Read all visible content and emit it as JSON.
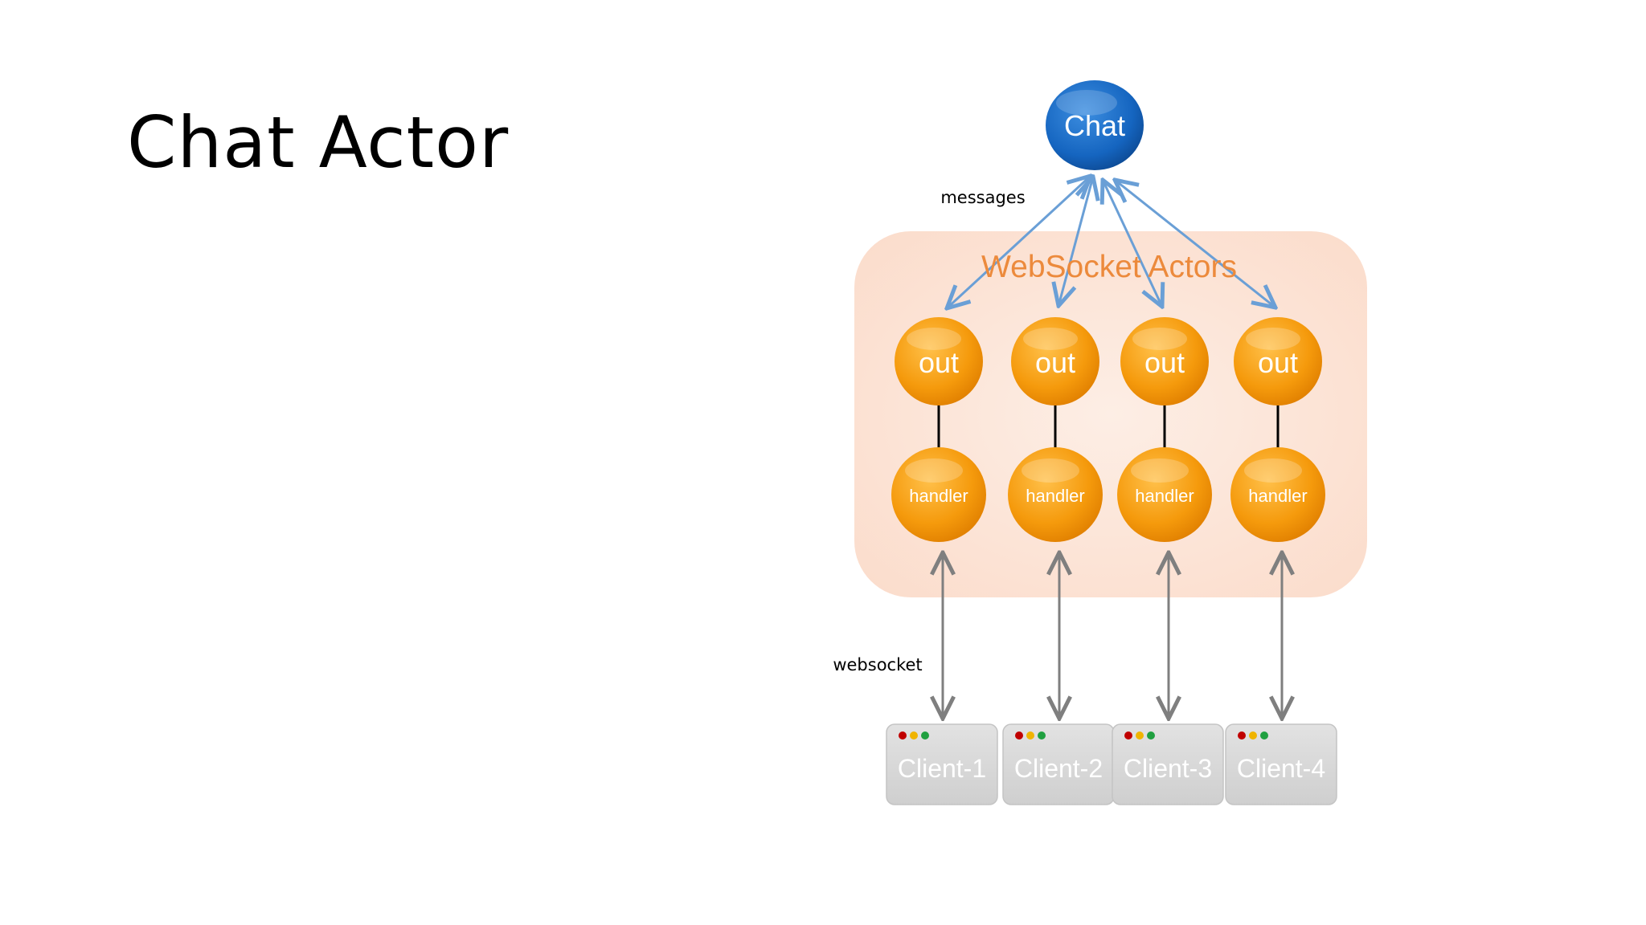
{
  "slide": {
    "title": "Chat Actor"
  },
  "diagram": {
    "chat_node": {
      "label": "Chat"
    },
    "messages_label": "messages",
    "websocket_label": "websocket",
    "group": {
      "label": "WebSocket Actors"
    },
    "out_nodes": [
      {
        "label": "out"
      },
      {
        "label": "out"
      },
      {
        "label": "out"
      },
      {
        "label": "out"
      }
    ],
    "handler_nodes": [
      {
        "label": "handler"
      },
      {
        "label": "handler"
      },
      {
        "label": "handler"
      },
      {
        "label": "handler"
      }
    ],
    "clients": [
      {
        "label": "Client-1"
      },
      {
        "label": "Client-2"
      },
      {
        "label": "Client-3"
      },
      {
        "label": "Client-4"
      }
    ],
    "colors": {
      "chat_blue": "#1565c0",
      "orange": "#f59a0c",
      "group_fill": "#fde7da",
      "group_label": "#ec8a3c",
      "message_arrow": "#6a9fd6",
      "websocket_arrow": "#7f7f7f",
      "client_fill": "#d9d9d9",
      "dot_red": "#c00000",
      "dot_yellow": "#f0b400",
      "dot_green": "#20a040"
    }
  }
}
